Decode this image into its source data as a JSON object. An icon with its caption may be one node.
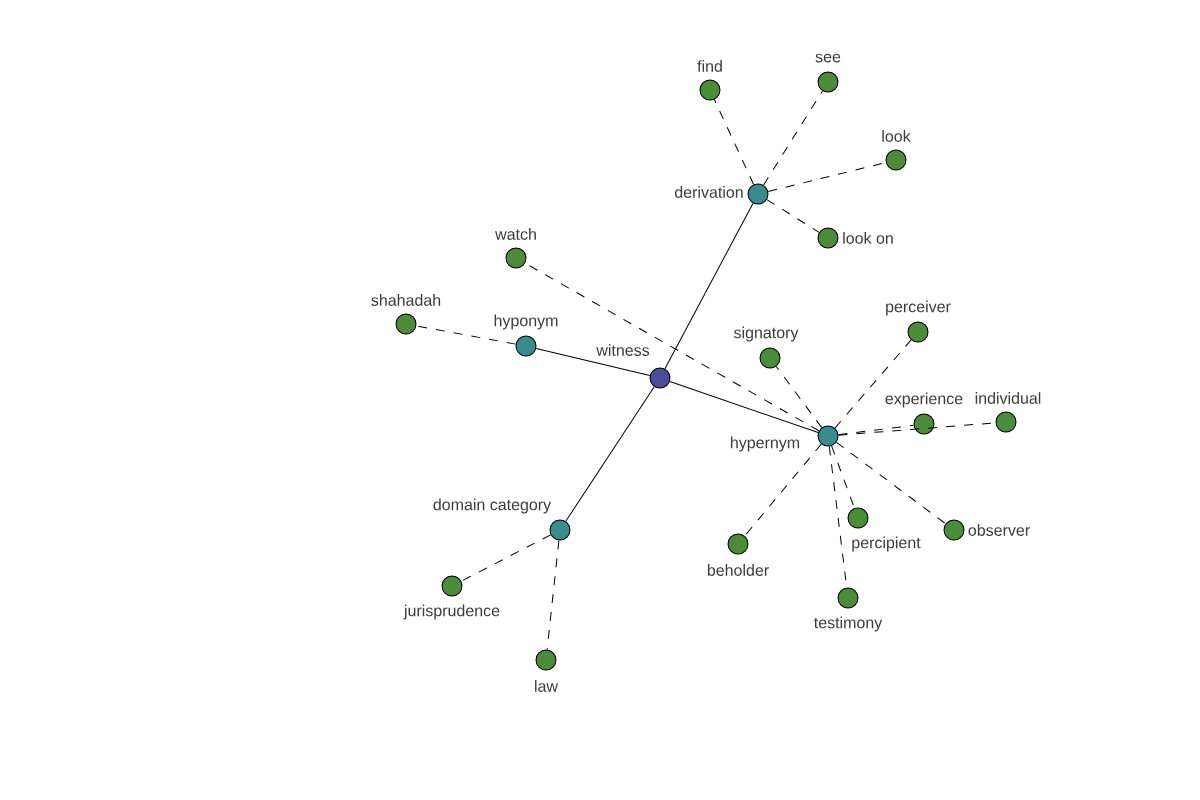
{
  "diagram": {
    "nodes": [
      {
        "text": [
          "witness"
        ]
      },
      {
        "text": [
          "derivation"
        ]
      },
      {
        "text": [
          "find"
        ]
      },
      {
        "text": [
          "see"
        ]
      },
      {
        "text": [
          "look"
        ]
      },
      {
        "text": [
          "look on"
        ]
      },
      {
        "text": [
          "hyponym"
        ]
      },
      {
        "text": [
          "shahadah"
        ]
      },
      {
        "text": [
          "hypernym"
        ]
      },
      {
        "text": [
          "watch"
        ]
      },
      {
        "text": [
          "signatory"
        ]
      },
      {
        "text": [
          "perceiver"
        ]
      },
      {
        "text": [
          "experience"
        ]
      },
      {
        "text": [
          "individual"
        ]
      },
      {
        "text": [
          "beholder"
        ]
      },
      {
        "text": [
          "percipient"
        ]
      },
      {
        "text": [
          "testimony"
        ]
      },
      {
        "text": [
          "observer"
        ]
      },
      {
        "text": [
          "domain category"
        ]
      },
      {
        "text": [
          "jurisprudence"
        ]
      },
      {
        "text": [
          "law"
        ]
      }
    ],
    "edges": [
      {
        "from": 0,
        "to": 1,
        "arrow": "none"
      },
      {
        "from": 0,
        "to": 6,
        "arrow": "none"
      },
      {
        "from": 0,
        "to": 8,
        "arrow": "none"
      },
      {
        "from": 0,
        "to": 18,
        "arrow": "none"
      },
      {
        "from": 1,
        "to": 2,
        "arrow": "none",
        "style": "dashed"
      },
      {
        "from": 1,
        "to": 3,
        "arrow": "none",
        "style": "dashed"
      },
      {
        "from": 1,
        "to": 4,
        "arrow": "none",
        "style": "dashed"
      },
      {
        "from": 1,
        "to": 5,
        "arrow": "none",
        "style": "dashed"
      },
      {
        "from": 6,
        "to": 7,
        "arrow": "none",
        "style": "dashed"
      },
      {
        "from": 8,
        "to": 9,
        "arrow": "none",
        "style": "dashed"
      },
      {
        "from": 8,
        "to": 10,
        "arrow": "none",
        "style": "dashed"
      },
      {
        "from": 8,
        "to": 11,
        "arrow": "none",
        "style": "dashed"
      },
      {
        "from": 8,
        "to": 12,
        "arrow": "none",
        "style": "dashed"
      },
      {
        "from": 8,
        "to": 13,
        "arrow": "none",
        "style": "dashed"
      },
      {
        "from": 8,
        "to": 14,
        "arrow": "none",
        "style": "dashed"
      },
      {
        "from": 8,
        "to": 15,
        "arrow": "none",
        "style": "dashed"
      },
      {
        "from": 8,
        "to": 16,
        "arrow": "none",
        "style": "dashed"
      },
      {
        "from": 8,
        "to": 17,
        "arrow": "none",
        "style": "dashed"
      },
      {
        "from": 18,
        "to": 19,
        "arrow": "none",
        "style": "dashed"
      },
      {
        "from": 18,
        "to": 20,
        "arrow": "none",
        "style": "dashed"
      }
    ]
  }
}
